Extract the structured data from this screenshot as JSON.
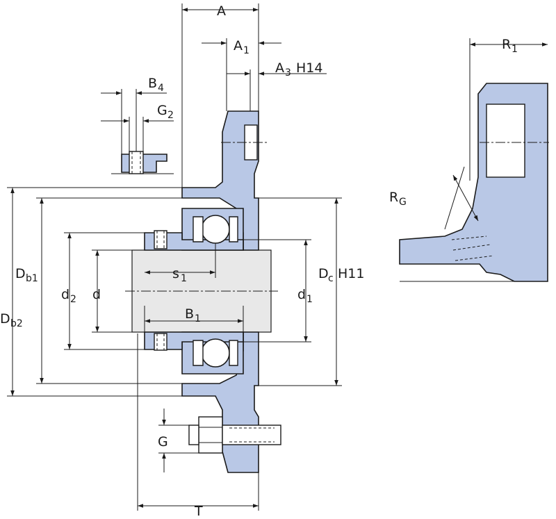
{
  "labels": {
    "A": "A",
    "A1_main": "A",
    "A1_sub": "1",
    "A3_main": "A",
    "A3_sub": "3",
    "A3_tol": "H14",
    "B4_main": "B",
    "B4_sub": "4",
    "G2_main": "G",
    "G2_sub": "2",
    "Db1_main": "D",
    "Db1_sub": "b1",
    "Db2_main": "D",
    "Db2_sub": "b2",
    "d2_main": "d",
    "d2_sub": "2",
    "d": "d",
    "s1_main": "s",
    "s1_sub": "1",
    "B1_main": "B",
    "B1_sub": "1",
    "Dc_main": "D",
    "Dc_sub": "c",
    "Dc_tol": "H11",
    "d1_main": "d",
    "d1_sub": "1",
    "G": "G",
    "T": "T",
    "R1_main": "R",
    "R1_sub": "1",
    "RG_main": "R",
    "RG_sub": "G"
  },
  "colors": {
    "part_fill": "#b9c8e6",
    "line": "#1a1a1a",
    "shaft": "#e8e8e8"
  }
}
